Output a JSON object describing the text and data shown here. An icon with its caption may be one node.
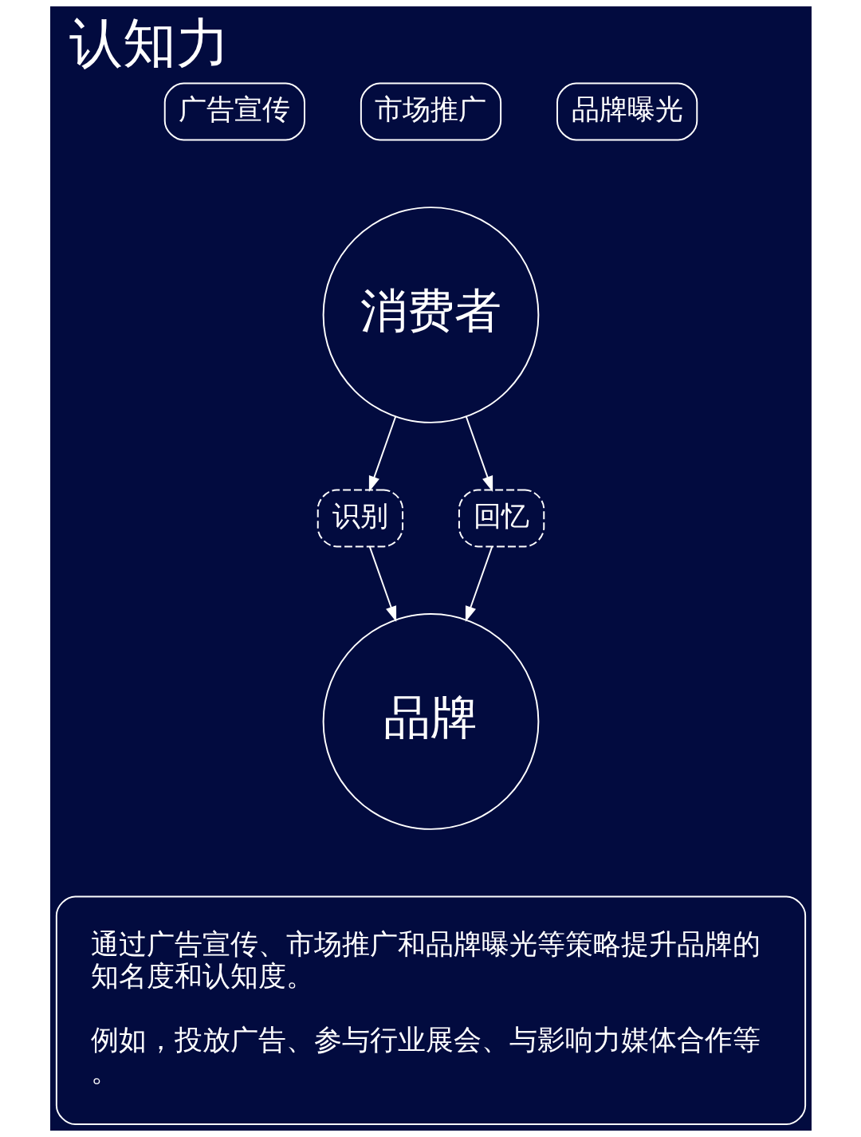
{
  "diagram": {
    "title": "认知力",
    "nodes": [
      {
        "text": [
          "广告宣传"
        ]
      },
      {
        "text": [
          "市场推广"
        ]
      },
      {
        "text": [
          "品牌曝光"
        ]
      },
      {
        "text": [
          "消费者"
        ]
      },
      {
        "text": [
          "识别"
        ]
      },
      {
        "text": [
          "回忆"
        ]
      },
      {
        "text": [
          "品牌"
        ]
      },
      {
        "text": [
          "通过广告宣传、市场推广和品牌曝光等策略提升品牌的知名度和认知度。",
          "例如，投放广告、参与行业展会、与影响力媒体合作等。"
        ]
      }
    ],
    "edges": [
      {
        "from": 3,
        "to": 4,
        "arrow": "to"
      },
      {
        "from": 3,
        "to": 5,
        "arrow": "to"
      },
      {
        "from": 4,
        "to": 6,
        "arrow": "to"
      },
      {
        "from": 5,
        "to": 6,
        "arrow": "to"
      }
    ]
  }
}
